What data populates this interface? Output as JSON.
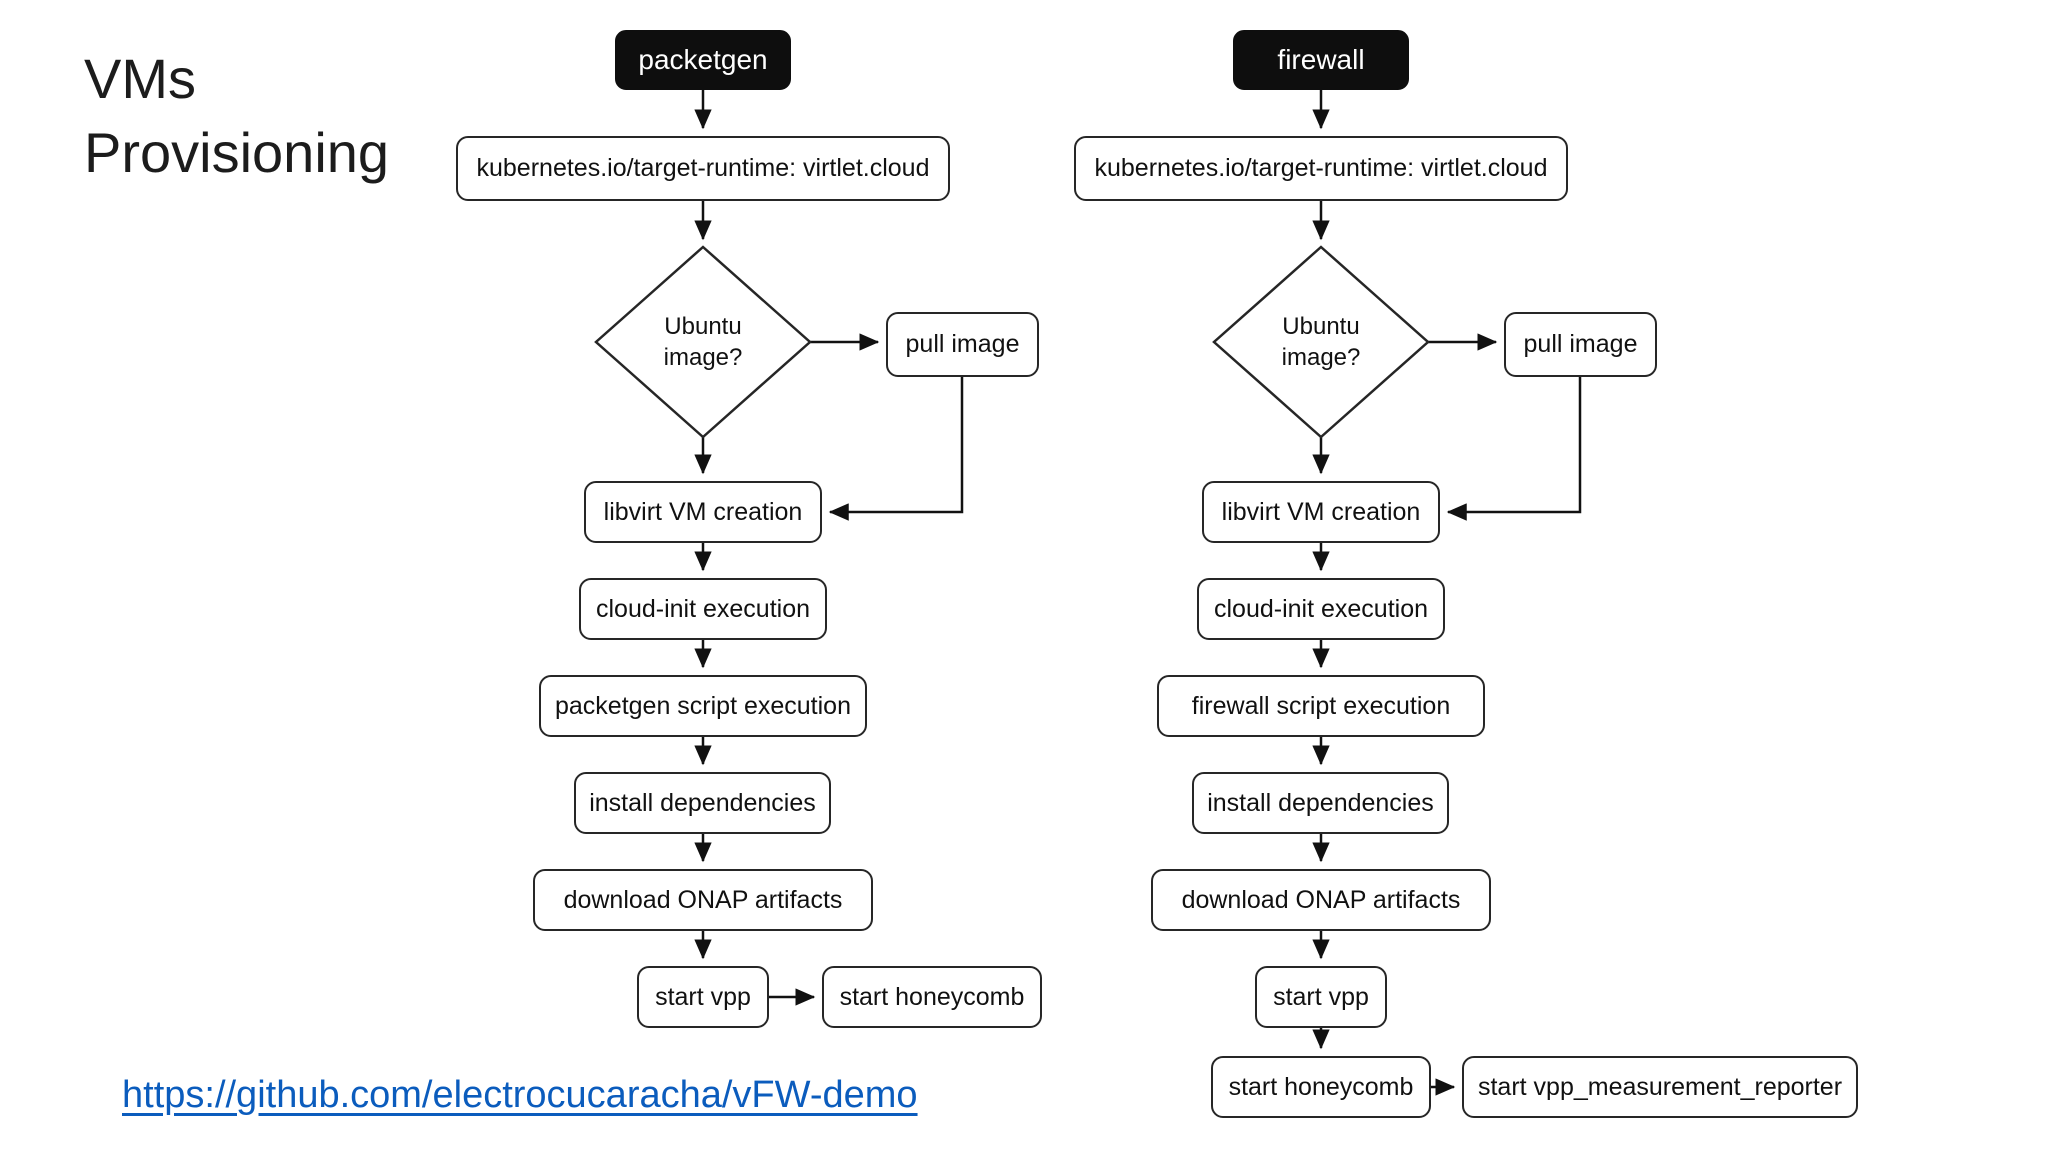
{
  "slide": {
    "title_line1": "VMs",
    "title_line2": "Provisioning",
    "link_text": "https://github.com/electrocucaracha/vFW-demo"
  },
  "colors": {
    "header_bg": "#0e0e0e",
    "header_text": "#ffffff",
    "box_border": "#262626",
    "box_bg": "#ffffff",
    "link_blue": "#0b5cbd"
  },
  "flows": [
    {
      "header": "packetgen",
      "runtime": "kubernetes.io/target-runtime: virtlet.cloud",
      "decision": "Ubuntu image?",
      "pull_image": "pull image",
      "steps": [
        "libvirt VM creation",
        "cloud-init execution",
        "packetgen script execution",
        "install dependencies",
        "download ONAP artifacts",
        "start vpp"
      ],
      "extra": [
        "start honeycomb"
      ]
    },
    {
      "header": "firewall",
      "runtime": "kubernetes.io/target-runtime: virtlet.cloud",
      "decision": "Ubuntu image?",
      "pull_image": "pull image",
      "steps": [
        "libvirt VM creation",
        "cloud-init execution",
        "firewall script execution",
        "install dependencies",
        "download ONAP artifacts",
        "start vpp"
      ],
      "extra": [
        "start honeycomb",
        "start vpp_measurement_reporter"
      ]
    }
  ]
}
